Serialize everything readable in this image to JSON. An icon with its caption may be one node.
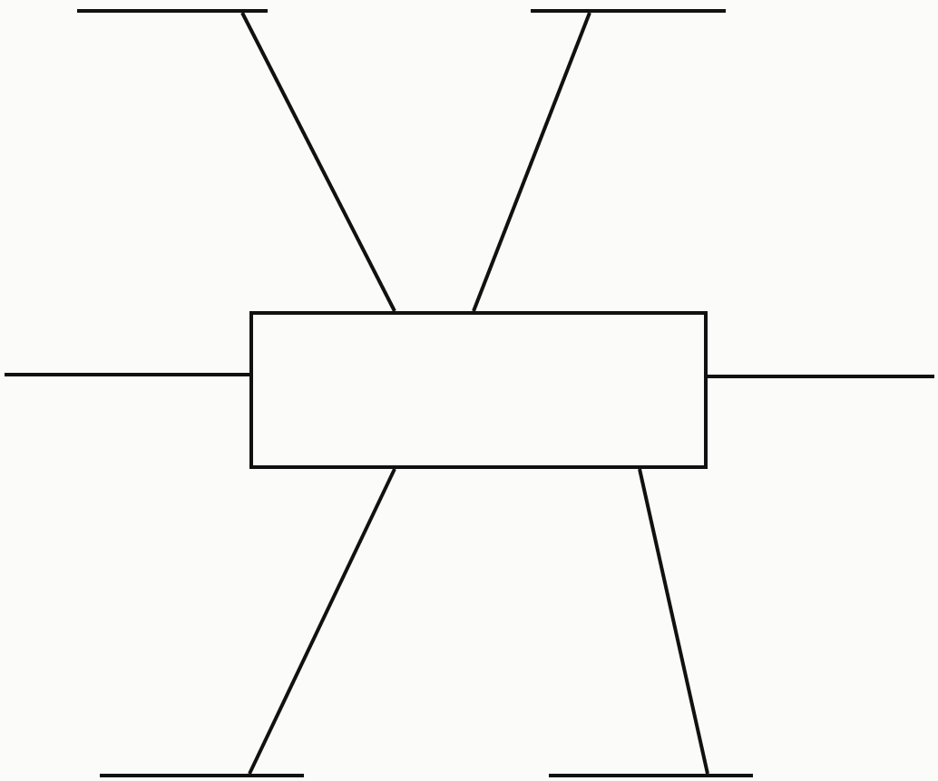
{
  "diagram": {
    "nodes": [
      {
        "text": [],
        "shape": "box"
      },
      {
        "text": [],
        "shape": "bar"
      },
      {
        "text": [],
        "shape": "bar"
      },
      {
        "text": [],
        "shape": "bar"
      },
      {
        "text": [],
        "shape": "bar"
      },
      {
        "text": [],
        "shape": "bar"
      },
      {
        "text": [],
        "shape": "bar"
      }
    ],
    "edges": [
      {
        "from": 0,
        "to": 1,
        "arrow": "none"
      },
      {
        "from": 0,
        "to": 2,
        "arrow": "none"
      },
      {
        "from": 0,
        "to": 5,
        "arrow": "none"
      },
      {
        "from": 0,
        "to": 6,
        "arrow": "none"
      }
    ]
  }
}
